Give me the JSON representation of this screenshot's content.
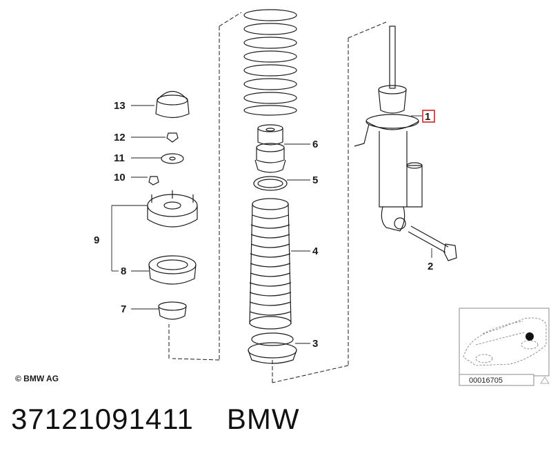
{
  "diagram": {
    "callouts": [
      {
        "id": "1",
        "label": "1"
      },
      {
        "id": "2",
        "label": "2"
      },
      {
        "id": "3",
        "label": "3"
      },
      {
        "id": "4",
        "label": "4"
      },
      {
        "id": "5",
        "label": "5"
      },
      {
        "id": "6",
        "label": "6"
      },
      {
        "id": "7",
        "label": "7"
      },
      {
        "id": "8",
        "label": "8"
      },
      {
        "id": "9",
        "label": "9"
      },
      {
        "id": "10",
        "label": "10"
      },
      {
        "id": "11",
        "label": "11"
      },
      {
        "id": "12",
        "label": "12"
      },
      {
        "id": "13",
        "label": "13"
      }
    ],
    "highlighted_callout": "1",
    "copyright": "© BMW AG",
    "thumbnail_code": "00016705"
  },
  "caption": {
    "part_number": "37121091411",
    "brand": "BMW"
  },
  "colors": {
    "line": "#1a1a1a",
    "highlight": "#d42020",
    "thumb_border": "#888888"
  }
}
